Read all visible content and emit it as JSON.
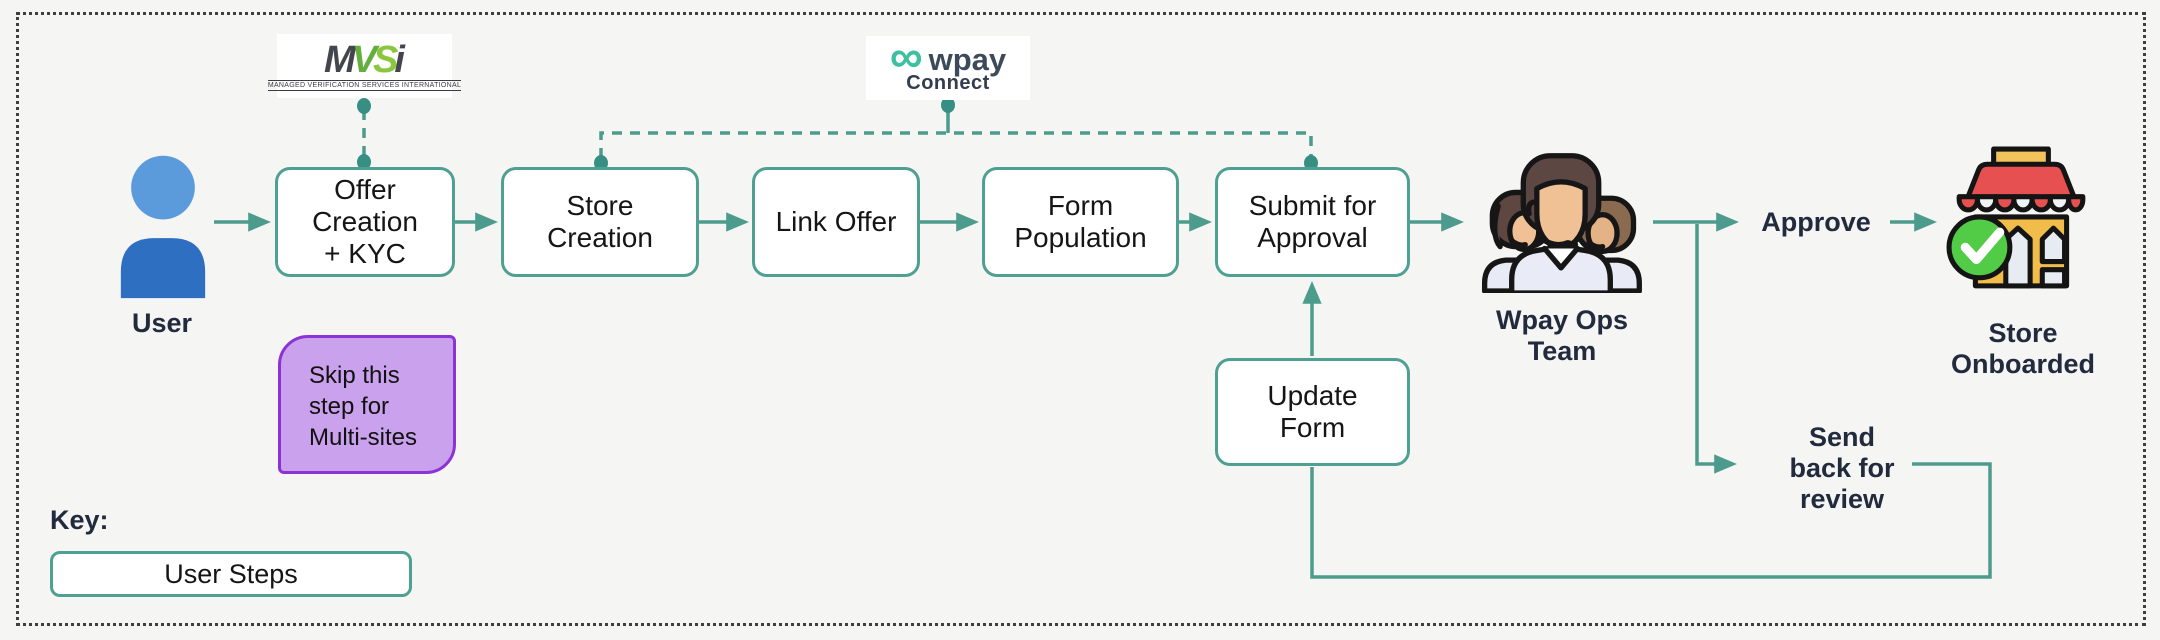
{
  "frame": {
    "background": "#F5F5F4",
    "border_color": "#3F3F3F"
  },
  "colors": {
    "flow_line_teal": "#4D9B8D",
    "box_border_teal": "#4FA092",
    "connector_dot_teal": "#368F82",
    "label_navy": "#222B3D",
    "note_fill_purple": "#C9A1EC",
    "note_border_purple": "#8C33D6",
    "user_head_blue": "#5B9BDC",
    "user_body_blue": "#2E6FC2",
    "store_awning_red": "#E65050",
    "store_building_yellow": "#F1BC49",
    "store_check_green": "#52CC47"
  },
  "logos": {
    "mvsi": {
      "letters": [
        "M",
        "V",
        "S",
        "i"
      ],
      "caption": "MANAGED VERIFICATION SERVICES INTERNATIONAL"
    },
    "wpay": {
      "infinity_symbol": "∞",
      "name": "wpay",
      "subtitle": "Connect"
    }
  },
  "actors": {
    "user": {
      "label": "User"
    },
    "ops_team": {
      "label": "Wpay Ops\nTeam"
    },
    "store": {
      "label": "Store\nOnboarded"
    }
  },
  "steps": {
    "offer": {
      "label": "Offer\nCreation\n+ KYC"
    },
    "store_creation": {
      "label": "Store\nCreation"
    },
    "link_offer": {
      "label": "Link Offer"
    },
    "form_population": {
      "label": "Form\nPopulation"
    },
    "submit": {
      "label": "Submit for\nApproval"
    },
    "update_form": {
      "label": "Update\nForm"
    }
  },
  "annotations": {
    "approve": "Approve",
    "send_back": "Send\nback for\nreview",
    "note": "Skip this\nstep for\nMulti-sites"
  },
  "key": {
    "title": "Key:",
    "items": [
      {
        "label": "User Steps"
      }
    ]
  }
}
